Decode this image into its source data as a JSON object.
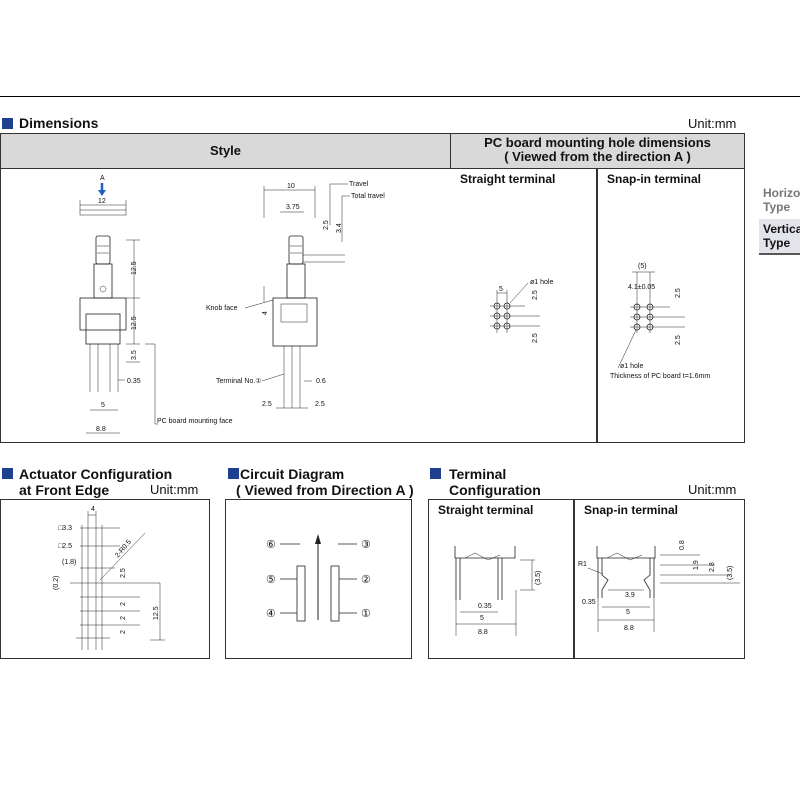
{
  "sections": {
    "dimensions": {
      "title": "Dimensions",
      "unit": "Unit:mm"
    },
    "style": {
      "header": "Style"
    },
    "pcb": {
      "header_line1": "PC board mounting hole dimensions",
      "header_line2": "( Viewed from the direction A )",
      "straight": "Straight terminal",
      "snapin": "Snap-in terminal",
      "hole_label": "ø1 hole",
      "thickness": "Thickness of PC board t=1.6mm",
      "pitch_41": "4.1±0.05",
      "paren_5": "(5)"
    },
    "actuator": {
      "title_line1": "Actuator Configuration",
      "title_line2": "at Front Edge",
      "unit": "Unit:mm"
    },
    "circuit": {
      "title_line1": "Circuit Diagram",
      "title_line2": "( Viewed from Direction A )"
    },
    "terminal": {
      "title_line1": "Terminal",
      "title_line2": "Configuration",
      "unit": "Unit:mm",
      "straight": "Straight terminal",
      "snapin": "Snap-in terminal"
    }
  },
  "style_drawing": {
    "arrow_label": "A",
    "knob_face": "Knob face",
    "travel": "Travel",
    "total_travel": "Total travel",
    "terminal_no": "Terminal No.①",
    "pcb_face": "PC board mounting face",
    "d12": "12",
    "d10": "10",
    "d375": "3.75",
    "d25": "2.5",
    "d34": "3.4",
    "d4": "4",
    "d125a": "12.5",
    "d125b": "12.5",
    "d35": "3.5",
    "d035": "0.35",
    "d5": "5",
    "d88": "8.8",
    "d06": "0.6",
    "d25l": "2.5",
    "d25r": "2.5"
  },
  "actuator_drawing": {
    "d4": "4",
    "sq33": "□3.3",
    "sq25": "□2.5",
    "p18": "(1.8)",
    "p02": "(0.2)",
    "r05": "2-R0.5",
    "d25": "2.5",
    "d125": "12.5",
    "d2a": "2",
    "d2b": "2",
    "d2c": "2"
  },
  "circuit_drawing": {
    "t1": "①",
    "t2": "②",
    "t3": "③",
    "t4": "④",
    "t5": "⑤",
    "t6": "⑥"
  },
  "terminal_drawing": {
    "s035": "0.35",
    "s5": "5",
    "s88": "8.8",
    "s35": "(3.5)",
    "r1": "R1",
    "n08": "0.8",
    "n19": "1.9",
    "n28": "2.8",
    "n35": "(3.5)",
    "n39": "3.9",
    "n035": "0.35",
    "n5": "5",
    "n88": "8.8"
  },
  "side_tabs": [
    {
      "label_line1": "Horizo",
      "label_line2": "Type",
      "active": false
    },
    {
      "label_line1": "Vertica",
      "label_line2": "Type",
      "active": true
    }
  ],
  "colors": {
    "accent": "#1f3f8f",
    "header_bg": "#d9d9d9",
    "tab_active_bg": "#e3e3ec",
    "arrow": "#1f5fbf"
  }
}
